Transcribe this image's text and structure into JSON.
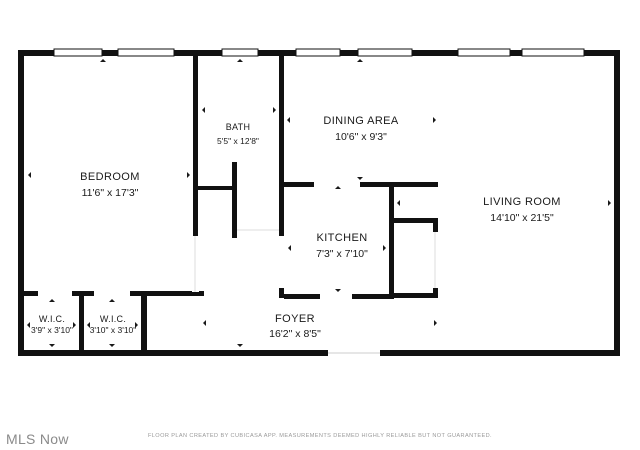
{
  "rooms": {
    "bedroom": {
      "name": "BEDROOM",
      "dims": "11'6\" x 17'3\""
    },
    "bath": {
      "name": "BATH",
      "dims": "5'5\" x 12'8\""
    },
    "dining": {
      "name": "DINING AREA",
      "dims": "10'6\" x 9'3\""
    },
    "living": {
      "name": "LIVING ROOM",
      "dims": "14'10\" x 21'5\""
    },
    "kitchen": {
      "name": "KITCHEN",
      "dims": "7'3\" x 7'10\""
    },
    "foyer": {
      "name": "FOYER",
      "dims": "16'2\" x 8'5\""
    },
    "wic1": {
      "name": "W.I.C.",
      "dims": "3'9\" x 3'10\""
    },
    "wic2": {
      "name": "W.I.C.",
      "dims": "3'10\" x 3'10\""
    }
  },
  "credit": "FLOOR PLAN CREATED BY CUBICASA APP. MEASUREMENTS DEEMED HIGHLY RELIABLE BUT NOT GUARANTEED.",
  "watermark": "MLS Now",
  "colors": {
    "wall": "#111111",
    "background": "#ffffff",
    "watermark": "#8a8a8a"
  }
}
